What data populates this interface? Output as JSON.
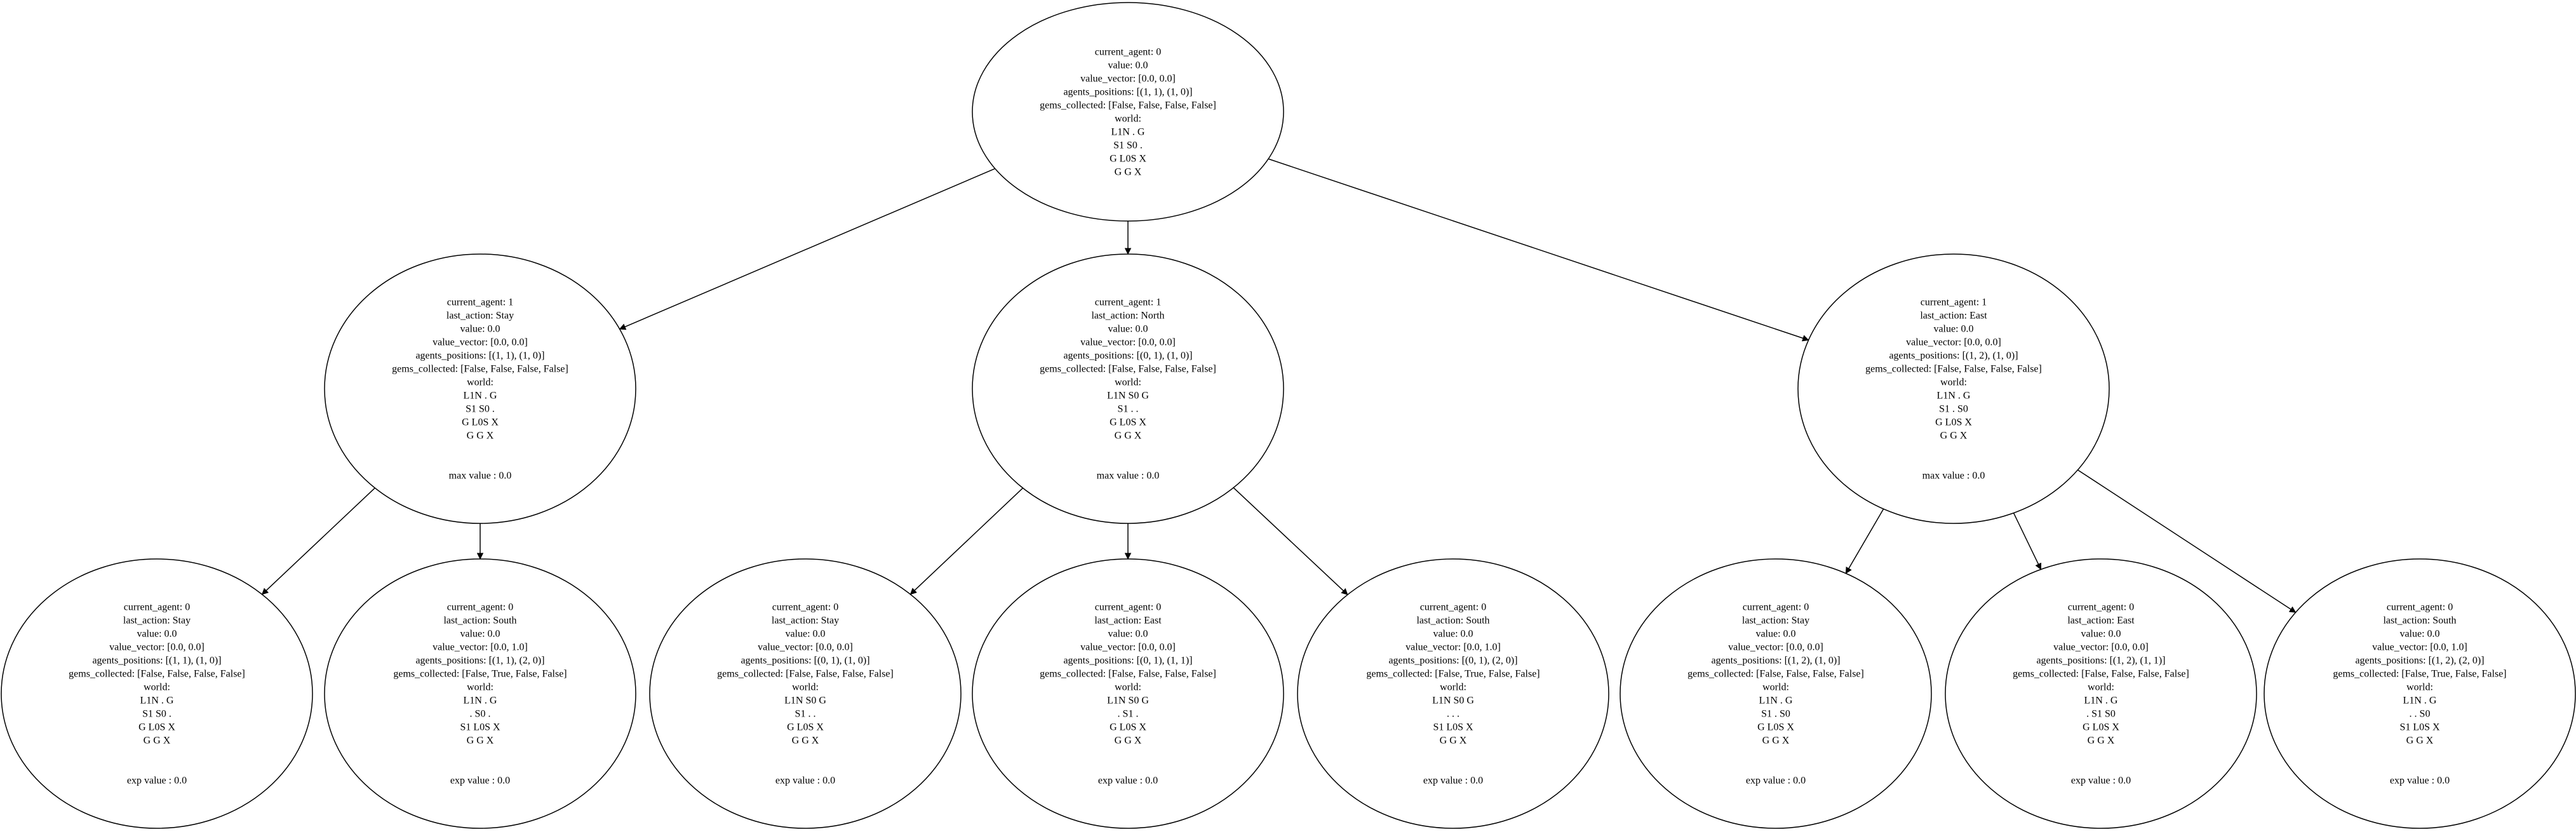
{
  "colors": {
    "stroke": "#000000",
    "background": "#ffffff",
    "text": "#000000"
  },
  "tree": {
    "nodes": [
      {
        "id": "root",
        "lines": [
          "current_agent: 0",
          "value: 0.0",
          "value_vector: [0.0, 0.0]",
          "agents_positions: [(1, 1), (1, 0)]",
          "gems_collected: [False, False, False, False]",
          "world:",
          "L1N  .   G",
          "S1  S0  .",
          "G   L0S X",
          "G   G   X"
        ],
        "footer": ""
      },
      {
        "id": "stay",
        "lines": [
          "current_agent: 1",
          "last_action: Stay",
          "value: 0.0",
          "value_vector: [0.0, 0.0]",
          "agents_positions: [(1, 1), (1, 0)]",
          "gems_collected: [False, False, False, False]",
          "world:",
          "L1N  .   G",
          "S1  S0  .",
          "G   L0S X",
          "G   G   X"
        ],
        "footer": "max value : 0.0"
      },
      {
        "id": "north",
        "lines": [
          "current_agent: 1",
          "last_action: North",
          "value: 0.0",
          "value_vector: [0.0, 0.0]",
          "agents_positions: [(0, 1), (1, 0)]",
          "gems_collected: [False, False, False, False]",
          "world:",
          "L1N S0  G",
          "S1  .   .",
          "G   L0S X",
          "G   G   X"
        ],
        "footer": "max value : 0.0"
      },
      {
        "id": "east",
        "lines": [
          "current_agent: 1",
          "last_action: East",
          "value: 0.0",
          "value_vector: [0.0, 0.0]",
          "agents_positions: [(1, 2), (1, 0)]",
          "gems_collected: [False, False, False, False]",
          "world:",
          "L1N  .   G",
          "S1  .   S0",
          "G   L0S X",
          "G   G   X"
        ],
        "footer": "max value : 0.0"
      },
      {
        "id": "stay-stay",
        "lines": [
          "current_agent: 0",
          "last_action: Stay",
          "value: 0.0",
          "value_vector: [0.0, 0.0]",
          "agents_positions: [(1, 1), (1, 0)]",
          "gems_collected: [False, False, False, False]",
          "world:",
          "L1N  .   G",
          "S1  S0  .",
          "G   L0S X",
          "G   G   X"
        ],
        "footer": "exp value : 0.0"
      },
      {
        "id": "stay-south",
        "lines": [
          "current_agent: 0",
          "last_action: South",
          "value: 0.0",
          "value_vector: [0.0, 1.0]",
          "agents_positions: [(1, 1), (2, 0)]",
          "gems_collected: [False, True, False, False]",
          "world:",
          "L1N  .   G",
          ".   S0  .",
          "S1  L0S X",
          "G   G   X"
        ],
        "footer": "exp value : 0.0"
      },
      {
        "id": "north-stay",
        "lines": [
          "current_agent: 0",
          "last_action: Stay",
          "value: 0.0",
          "value_vector: [0.0, 0.0]",
          "agents_positions: [(0, 1), (1, 0)]",
          "gems_collected: [False, False, False, False]",
          "world:",
          "L1N S0  G",
          "S1  .   .",
          "G   L0S X",
          "G   G   X"
        ],
        "footer": "exp value : 0.0"
      },
      {
        "id": "north-east",
        "lines": [
          "current_agent: 0",
          "last_action: East",
          "value: 0.0",
          "value_vector: [0.0, 0.0]",
          "agents_positions: [(0, 1), (1, 1)]",
          "gems_collected: [False, False, False, False]",
          "world:",
          "L1N S0  G",
          ".   S1  .",
          "G   L0S X",
          "G   G   X"
        ],
        "footer": "exp value : 0.0"
      },
      {
        "id": "north-south",
        "lines": [
          "current_agent: 0",
          "last_action: South",
          "value: 0.0",
          "value_vector: [0.0, 1.0]",
          "agents_positions: [(0, 1), (2, 0)]",
          "gems_collected: [False, True, False, False]",
          "world:",
          "L1N S0  G",
          ".   .   .",
          "S1  L0S X",
          "G   G   X"
        ],
        "footer": "exp value : 0.0"
      },
      {
        "id": "east-stay",
        "lines": [
          "current_agent: 0",
          "last_action: Stay",
          "value: 0.0",
          "value_vector: [0.0, 0.0]",
          "agents_positions: [(1, 2), (1, 0)]",
          "gems_collected: [False, False, False, False]",
          "world:",
          "L1N  .   G",
          "S1  .   S0",
          "G   L0S X",
          "G   G   X"
        ],
        "footer": "exp value : 0.0"
      },
      {
        "id": "east-east",
        "lines": [
          "current_agent: 0",
          "last_action: East",
          "value: 0.0",
          "value_vector: [0.0, 0.0]",
          "agents_positions: [(1, 2), (1, 1)]",
          "gems_collected: [False, False, False, False]",
          "world:",
          "L1N  .   G",
          ".   S1  S0",
          "G   L0S X",
          "G   G   X"
        ],
        "footer": "exp value : 0.0"
      },
      {
        "id": "east-south",
        "lines": [
          "current_agent: 0",
          "last_action: South",
          "value: 0.0",
          "value_vector: [0.0, 1.0]",
          "agents_positions: [(1, 2), (2, 0)]",
          "gems_collected: [False, True, False, False]",
          "world:",
          "L1N  .   G",
          ".   .   S0",
          "S1  L0S X",
          "G   G   X"
        ],
        "footer": "exp value : 0.0"
      }
    ],
    "edges": [
      [
        "root",
        "stay"
      ],
      [
        "root",
        "north"
      ],
      [
        "root",
        "east"
      ],
      [
        "stay",
        "stay-stay"
      ],
      [
        "stay",
        "stay-south"
      ],
      [
        "north",
        "north-stay"
      ],
      [
        "north",
        "north-east"
      ],
      [
        "north",
        "north-south"
      ],
      [
        "east",
        "east-stay"
      ],
      [
        "east",
        "east-east"
      ],
      [
        "east",
        "east-south"
      ]
    ]
  }
}
